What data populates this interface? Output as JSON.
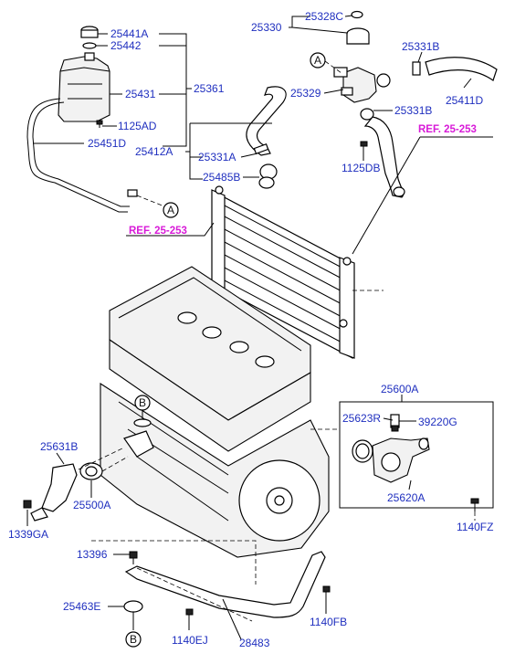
{
  "labels": {
    "p25441A": "25441A",
    "p25442": "25442",
    "p25431": "25431",
    "p25361": "25361",
    "p1125AD": "1125AD",
    "p25451D": "25451D",
    "p25412A": "25412A",
    "p25331A": "25331A",
    "p25485B": "25485B",
    "p25330": "25330",
    "p25328C": "25328C",
    "p25331B_top": "25331B",
    "p25329": "25329",
    "p25331B_mid": "25331B",
    "p25411D": "25411D",
    "p1125DB": "1125DB",
    "p25600A": "25600A",
    "p25623R": "25623R",
    "p39220G": "39220G",
    "p25620A": "25620A",
    "p1140FZ": "1140FZ",
    "p25631B": "25631B",
    "p25500A": "25500A",
    "p1339GA": "1339GA",
    "p13396": "13396",
    "p25463E": "25463E",
    "p1140EJ": "1140EJ",
    "p28483": "28483",
    "p1140FB": "1140FB"
  },
  "references": {
    "ref_right": "REF. 25-253",
    "ref_left": "REF. 25-253"
  },
  "markers": {
    "a_hose": "A",
    "a_fitting": "A",
    "b_engine": "B",
    "b_bottom": "B"
  },
  "colors": {
    "part_label": "#1f2fbf",
    "reference": "#d81bd8",
    "line": "#000000"
  }
}
